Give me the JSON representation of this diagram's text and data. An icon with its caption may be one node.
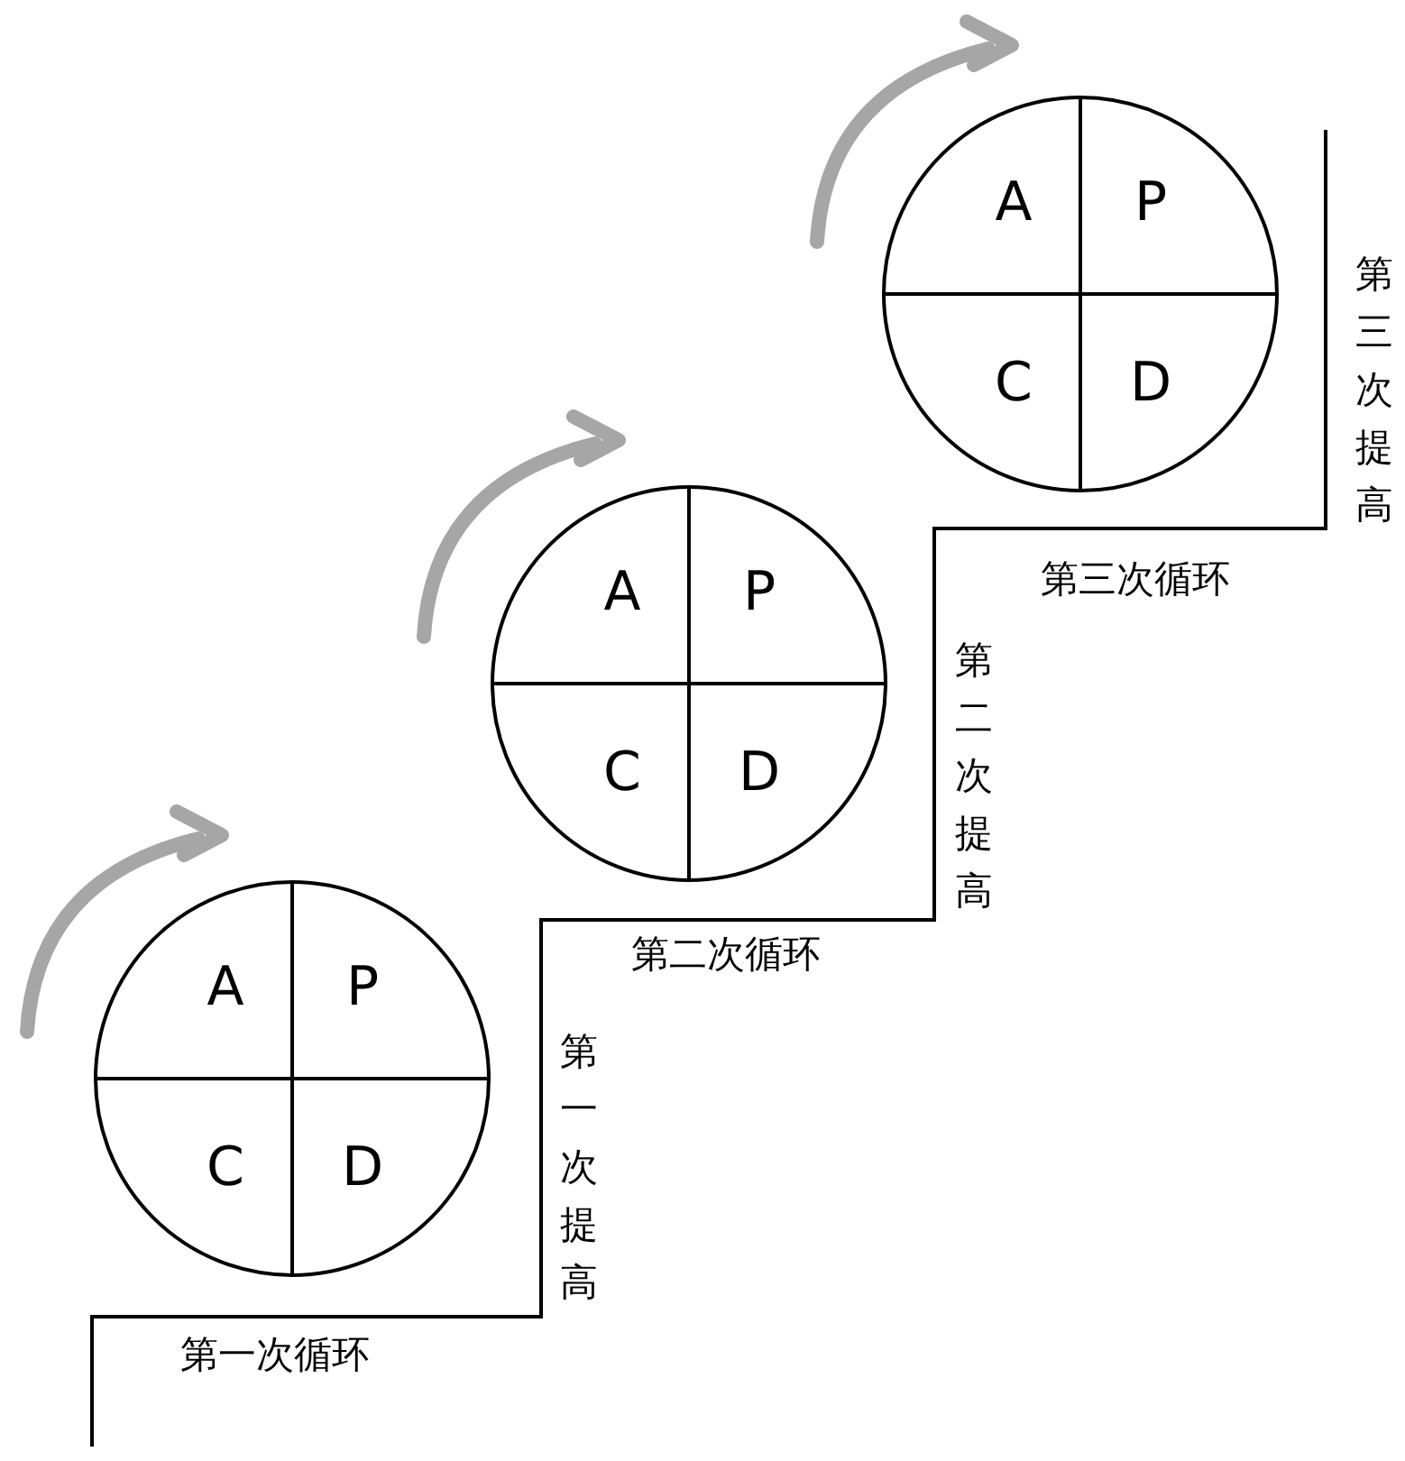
{
  "diagram": {
    "nodes": [
      {
        "text": [],
        "shape": "circle"
      },
      {
        "text": [
          "A"
        ],
        "in": 0
      },
      {
        "text": [
          "P"
        ],
        "in": 0
      },
      {
        "text": [
          "C"
        ],
        "in": 0
      },
      {
        "text": [
          "D"
        ],
        "in": 0
      },
      {
        "text": [],
        "shape": "circle"
      },
      {
        "text": [
          "A"
        ],
        "in": 5
      },
      {
        "text": [
          "P"
        ],
        "in": 5
      },
      {
        "text": [
          "C"
        ],
        "in": 5
      },
      {
        "text": [
          "D"
        ],
        "in": 5
      },
      {
        "text": [],
        "shape": "circle"
      },
      {
        "text": [
          "A"
        ],
        "in": 10
      },
      {
        "text": [
          "P"
        ],
        "in": 10
      },
      {
        "text": [
          "C"
        ],
        "in": 10
      },
      {
        "text": [
          "D"
        ],
        "in": 10
      }
    ],
    "labels": [
      "第三次提高",
      "第三次循环",
      "第二次提高",
      "第二次循环",
      "第一次提高",
      "第一次循环"
    ]
  }
}
